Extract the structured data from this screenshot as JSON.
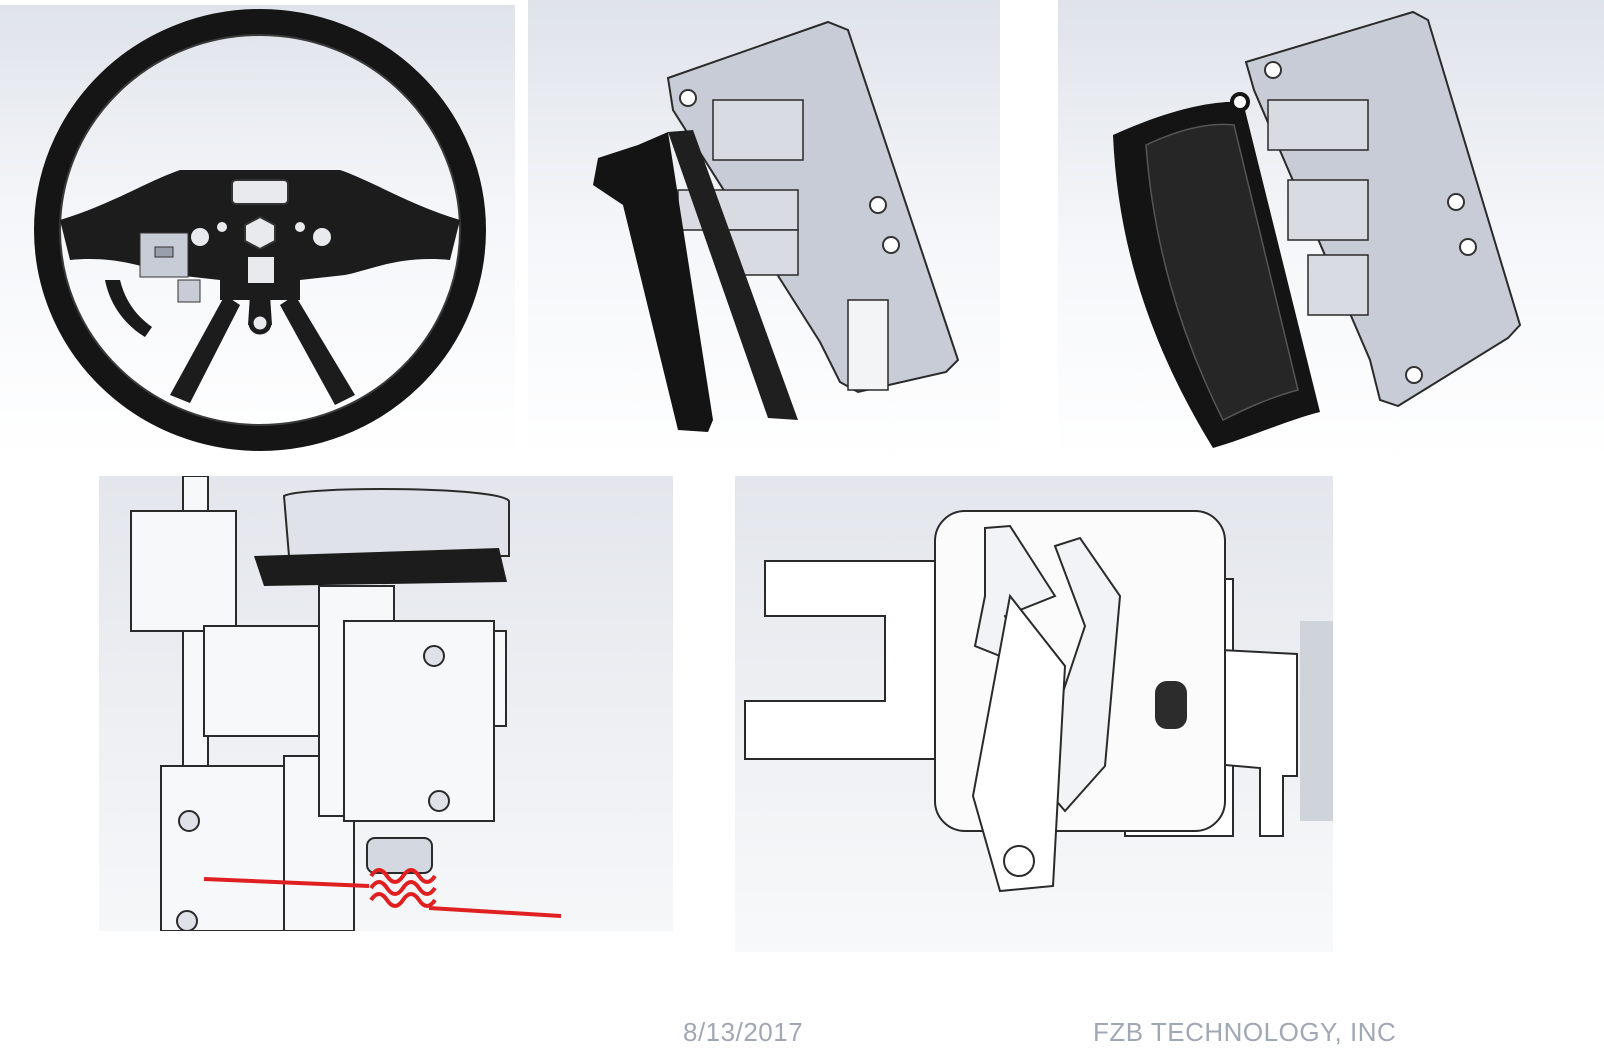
{
  "footer": {
    "date": "8/13/2017",
    "company": "FZB TECHNOLOGY, INC"
  },
  "panels": [
    {
      "id": "steering-wheel-overview",
      "subject": "steering-wheel-armature"
    },
    {
      "id": "latch-assembly-side",
      "subject": "latch-bracket-assembly"
    },
    {
      "id": "latch-assembly-with-cover",
      "subject": "latch-bracket-with-cover"
    },
    {
      "id": "spring-hinge-detail",
      "subject": "torsion-spring-hinge"
    },
    {
      "id": "latch-lever-detail",
      "subject": "latch-lever-mechanism"
    }
  ],
  "colors": {
    "background_gradient_top": "#dfe3ea",
    "background_gradient_bottom": "#ffffff",
    "metal": "#c8ccd6",
    "dark_part": "#1a1a1a",
    "spring": "#e02020",
    "footer_text": "#a1a8b5"
  }
}
